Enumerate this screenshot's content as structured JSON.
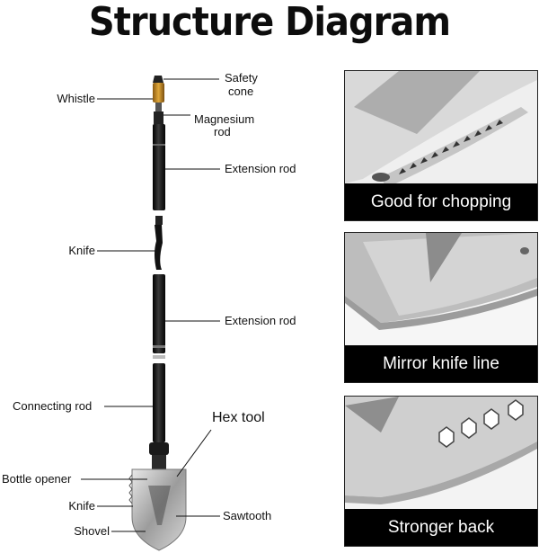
{
  "title": "Structure Diagram",
  "labels": {
    "safety_cone_1": "Safety",
    "safety_cone_2": "cone",
    "whistle": "Whistle",
    "magnesium_1": "Magnesium",
    "magnesium_2": "rod",
    "extension_rod_top": "Extension rod",
    "knife_top": "Knife",
    "extension_rod_mid": "Extension rod",
    "connecting_rod": "Connecting rod",
    "hex_tool": "Hex tool",
    "bottle_opener": "Bottle opener",
    "knife_bottom": "Knife",
    "sawtooth": "Sawtooth",
    "shovel": "Shovel"
  },
  "panels": [
    {
      "caption": "Good for chopping"
    },
    {
      "caption": "Mirror knife line"
    },
    {
      "caption": "Stronger back"
    }
  ]
}
